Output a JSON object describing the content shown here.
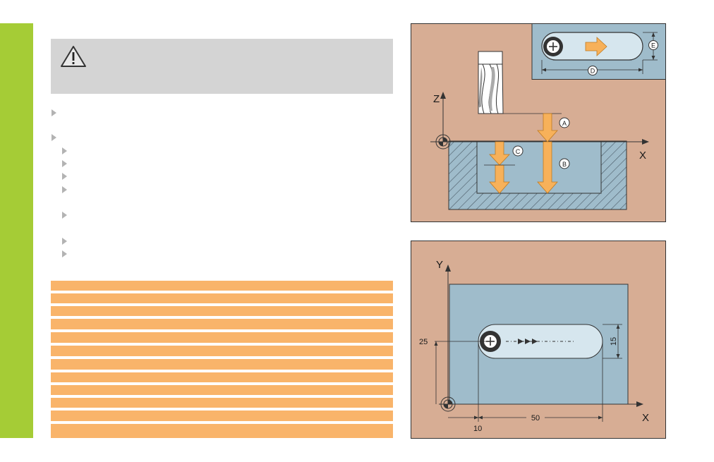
{
  "colors": {
    "accent_green": "#a5cc36",
    "warning_gray": "#d4d4d4",
    "table_orange": "#f9b46a",
    "diagram_background": "#d7ad94",
    "workpiece_blue": "#9fbccb",
    "arrow_orange": "#f7b15a"
  },
  "icons": {
    "warning": "warning-triangle-icon",
    "bullet": "triangle-bullet-icon"
  },
  "diagram_top": {
    "axis_z": "Z",
    "axis_x": "X",
    "label_a": "A",
    "label_b": "B",
    "label_c": "C",
    "label_d": "D",
    "label_e": "E"
  },
  "diagram_bottom": {
    "axis_y": "Y",
    "axis_x": "X",
    "dim_y_position": "25",
    "dim_slot_width": "15",
    "dim_x_start": "10",
    "dim_slot_length": "50"
  }
}
